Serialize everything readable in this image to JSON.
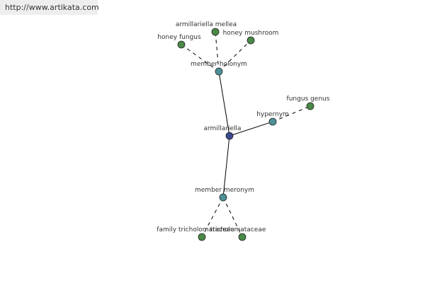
{
  "source": {
    "url": "http://www.artikata.com"
  },
  "colors": {
    "root": "#3b4a8e",
    "relation": "#4c9198",
    "term": "#4a8a48",
    "solid_edge": "#000000",
    "dashed_edge": "#000000",
    "banner_bg": "#eeeeee"
  },
  "graph": {
    "nodes": [
      {
        "id": "armillariella",
        "label": "armillariella",
        "kind": "root"
      },
      {
        "id": "member_holonym",
        "label": "member holonym",
        "kind": "relation"
      },
      {
        "id": "hypernym",
        "label": "hypernym",
        "kind": "relation"
      },
      {
        "id": "member_meronym",
        "label": "member meronym",
        "kind": "relation"
      },
      {
        "id": "honey_fungus",
        "label": "honey fungus",
        "kind": "term"
      },
      {
        "id": "armillariella_mellea",
        "label": "armillariella mellea",
        "kind": "term"
      },
      {
        "id": "honey_mushroom",
        "label": "honey mushroom",
        "kind": "term"
      },
      {
        "id": "fungus_genus",
        "label": "fungus genus",
        "kind": "term"
      },
      {
        "id": "family_tricholomataceae",
        "label": "family tricholomataceae",
        "kind": "term"
      },
      {
        "id": "tricholomataceae",
        "label": "tricholomataceae",
        "kind": "term"
      }
    ],
    "edges": [
      {
        "from": "armillariella",
        "to": "member_holonym",
        "style": "solid"
      },
      {
        "from": "armillariella",
        "to": "hypernym",
        "style": "solid"
      },
      {
        "from": "armillariella",
        "to": "member_meronym",
        "style": "solid"
      },
      {
        "from": "member_holonym",
        "to": "honey_fungus",
        "style": "dashed"
      },
      {
        "from": "member_holonym",
        "to": "armillariella_mellea",
        "style": "dashed"
      },
      {
        "from": "member_holonym",
        "to": "honey_mushroom",
        "style": "dashed"
      },
      {
        "from": "hypernym",
        "to": "fungus_genus",
        "style": "dashed"
      },
      {
        "from": "member_meronym",
        "to": "family_tricholomataceae",
        "style": "dashed"
      },
      {
        "from": "member_meronym",
        "to": "tricholomataceae",
        "style": "dashed"
      }
    ]
  }
}
